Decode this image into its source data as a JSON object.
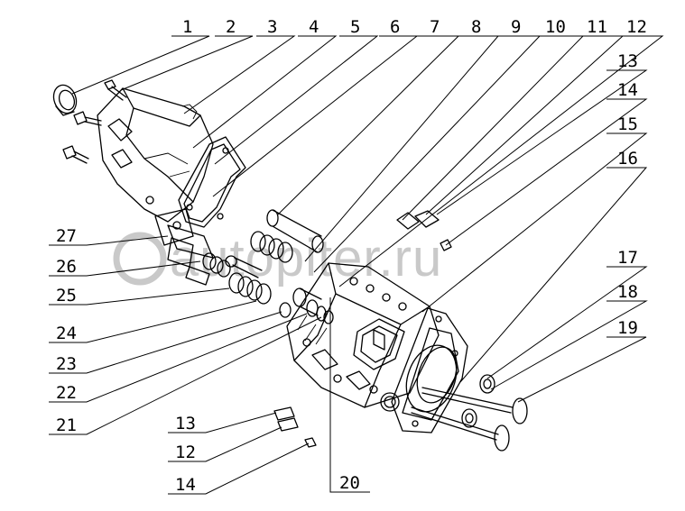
{
  "watermark": "autopiter.ru",
  "callouts_top": [
    "1",
    "2",
    "3",
    "4",
    "5",
    "6",
    "7",
    "8",
    "9",
    "10",
    "11",
    "12"
  ],
  "callouts_right": [
    "13",
    "14",
    "15",
    "16",
    "17",
    "18",
    "19"
  ],
  "callouts_left": [
    "27",
    "26",
    "25",
    "24",
    "23",
    "22",
    "21"
  ],
  "callouts_bottom": [
    "13",
    "12",
    "14"
  ],
  "callout_bottom_center": "20"
}
